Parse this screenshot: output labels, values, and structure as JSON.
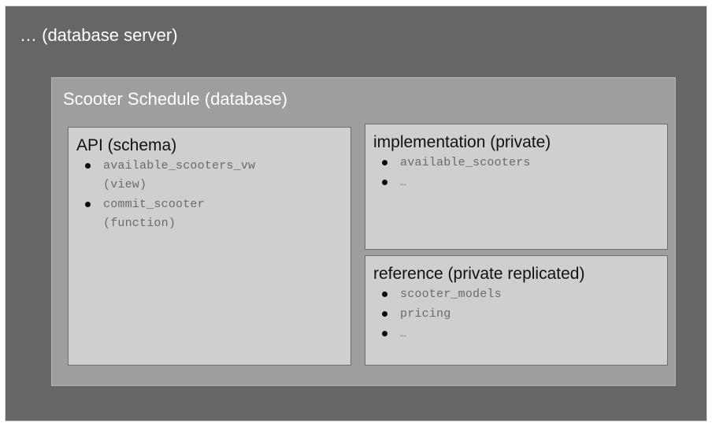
{
  "server": {
    "title": "… (database server)",
    "bg_color": "#666666"
  },
  "database": {
    "title": "Scooter Schedule (database)",
    "bg_color": "#9e9e9e"
  },
  "panels": [
    {
      "key": "api",
      "title": "API (schema)",
      "items": [
        {
          "name": "available_scooters_vw",
          "kind": "(view)"
        },
        {
          "name": "commit_scooter",
          "kind": "(function)"
        }
      ]
    },
    {
      "key": "implementation",
      "title": "implementation (private)",
      "items": [
        {
          "name": "available_scooters",
          "kind": ""
        },
        {
          "name": "…",
          "kind": ""
        }
      ]
    },
    {
      "key": "reference",
      "title": "reference (private replicated)",
      "items": [
        {
          "name": "scooter_models",
          "kind": ""
        },
        {
          "name": "pricing",
          "kind": ""
        },
        {
          "name": "…",
          "kind": ""
        }
      ]
    }
  ],
  "colors": {
    "panel_fill": "#cfcfcf",
    "panel_border": "#6e6e6e",
    "mono_text": "#6a6a6a",
    "heading_text": "#111111",
    "title_text": "#ffffff"
  }
}
